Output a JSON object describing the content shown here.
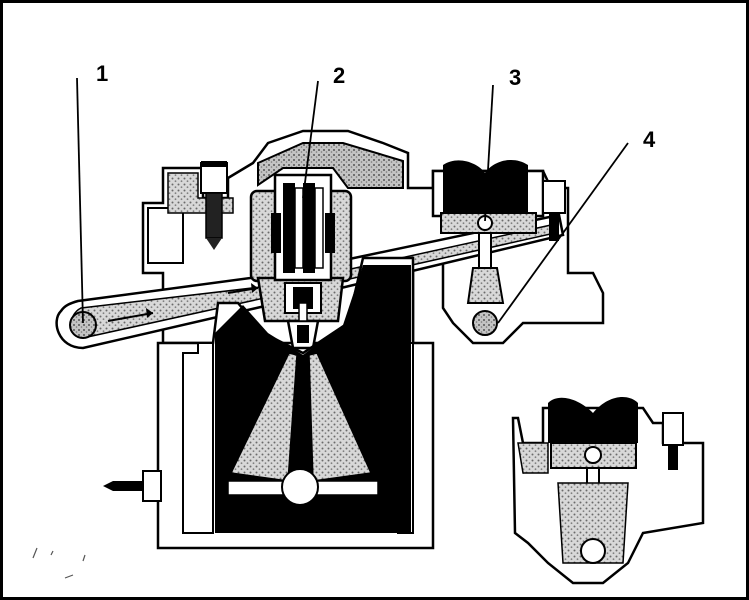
{
  "callouts": [
    {
      "id": "1",
      "label": "1"
    },
    {
      "id": "2",
      "label": "2"
    },
    {
      "id": "3",
      "label": "3"
    },
    {
      "id": "4",
      "label": "4"
    }
  ],
  "colors": {
    "ink": "#000000",
    "paper": "#ffffff",
    "stipple": "#9a9a9a",
    "casting": "#ededed"
  }
}
